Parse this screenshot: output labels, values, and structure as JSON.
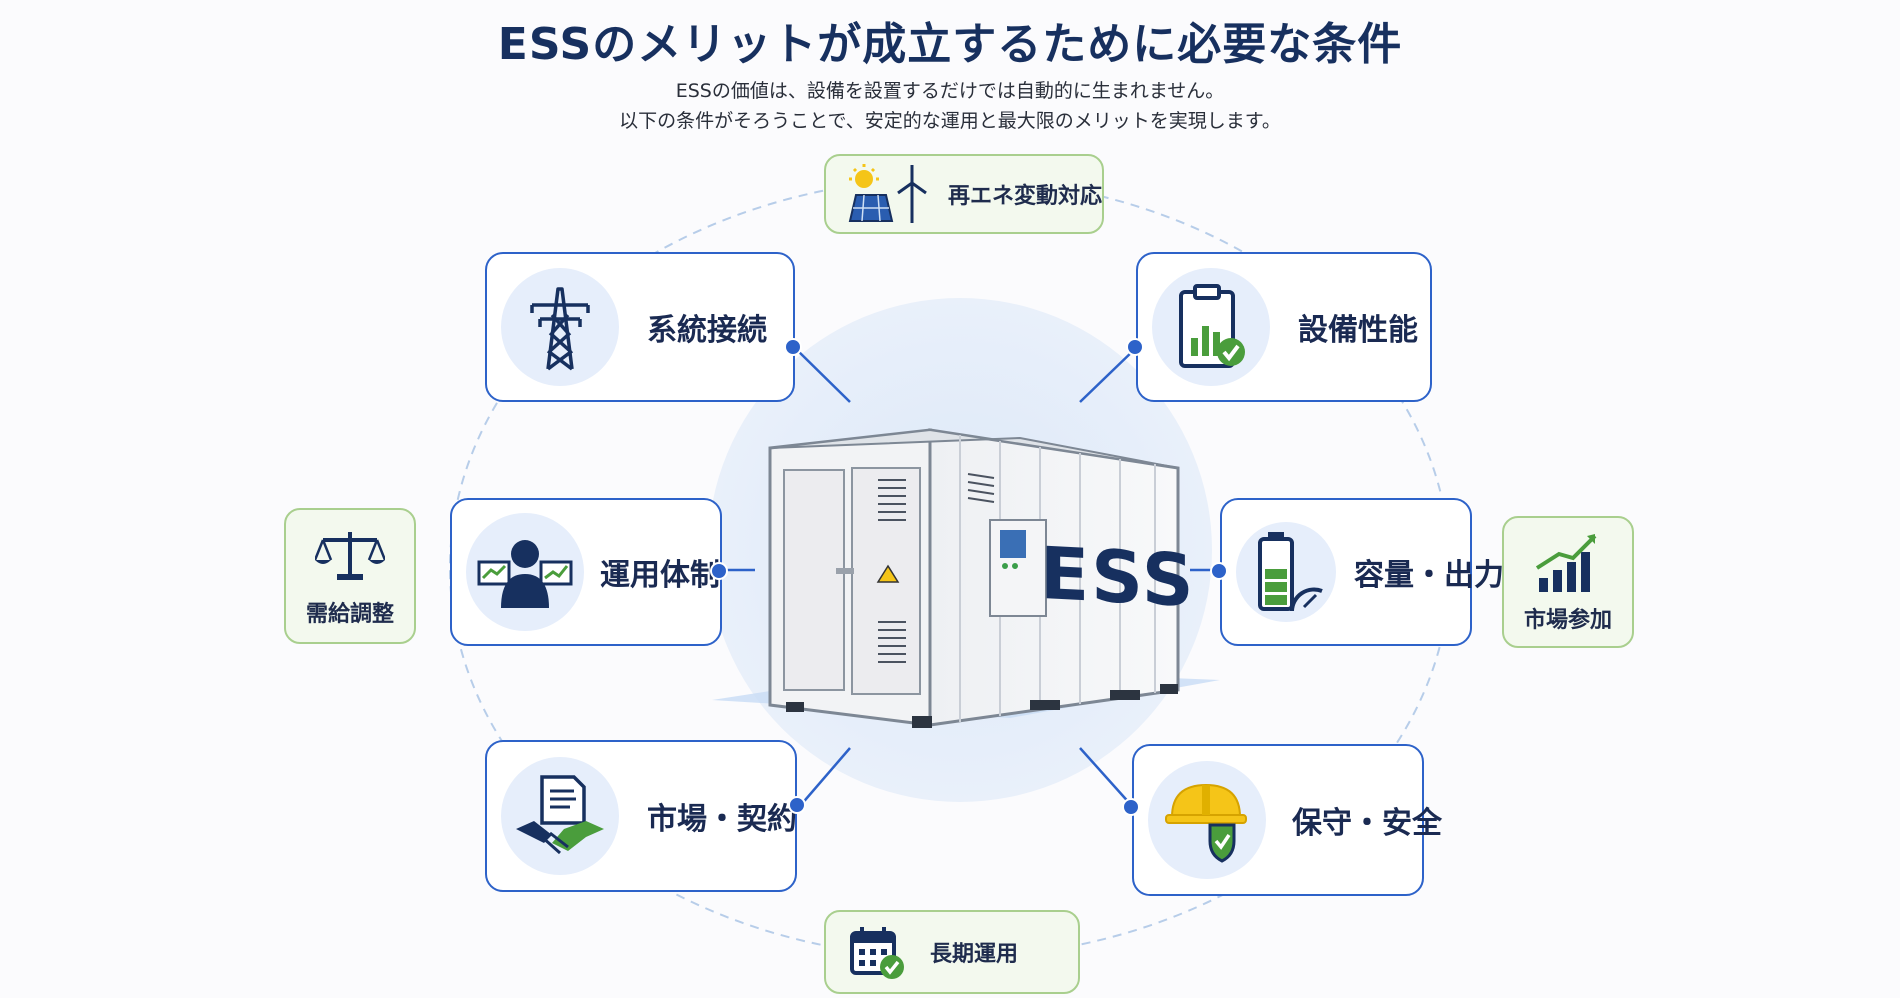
{
  "header": {
    "title": "ESSのメリットが成立するために必要な条件",
    "subtitle_line1": "ESSの価値は、設備を設置するだけでは自動的に生まれません。",
    "subtitle_line2": "以下の条件がそろうことで、安定的な運用と最大限のメリットを実現します。"
  },
  "center": {
    "container_label": "ESS"
  },
  "conditions": [
    {
      "label": "系統接続",
      "icon": "power-tower-icon"
    },
    {
      "label": "設備性能",
      "icon": "clipboard-chart-icon"
    },
    {
      "label": "運用体制",
      "icon": "operator-monitor-icon"
    },
    {
      "label": "容量・出力",
      "icon": "battery-gauge-icon"
    },
    {
      "label": "市場・契約",
      "icon": "handshake-contract-icon"
    },
    {
      "label": "保守・安全",
      "icon": "helmet-shield-icon"
    }
  ],
  "outer_factors": [
    {
      "label": "再エネ変動対応",
      "icon": "solar-wind-icon"
    },
    {
      "label": "需給調整",
      "icon": "scales-icon"
    },
    {
      "label": "市場参加",
      "icon": "growth-chart-icon"
    },
    {
      "label": "長期運用",
      "icon": "calendar-check-icon"
    }
  ],
  "colors": {
    "primary": "#2d62c9",
    "navy": "#17305f",
    "green_card_bg": "#f3f9ee",
    "green_card_border": "#a9cf8e",
    "icon_circle": "#e6eefb"
  }
}
